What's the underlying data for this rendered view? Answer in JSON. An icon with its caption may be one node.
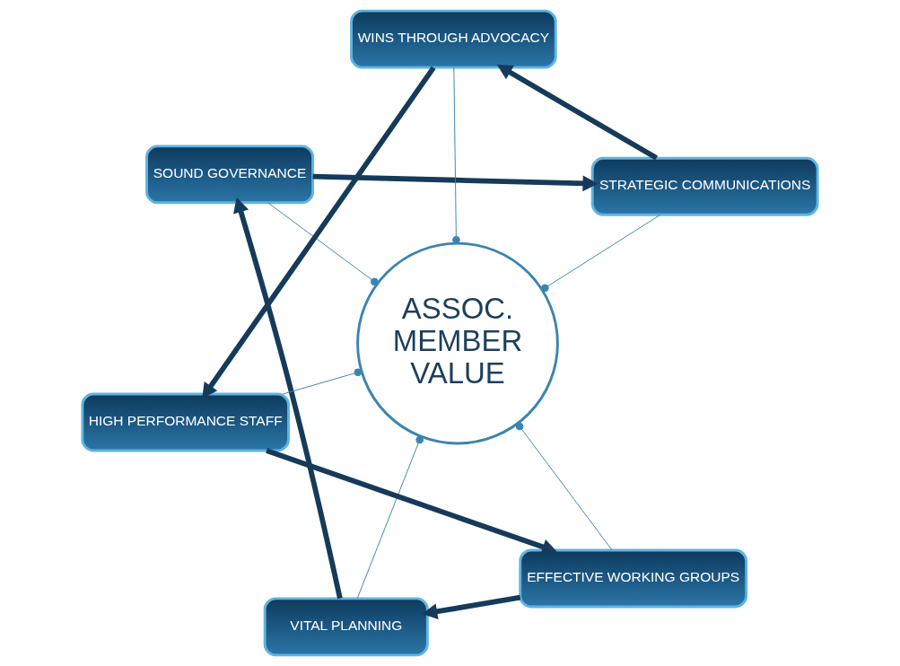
{
  "diagram": {
    "nodes": [
      {
        "text": [
          "SOUND GOVERNANCE"
        ]
      },
      {
        "text": [
          "STRATEGIC COMMUNICATIONS"
        ]
      },
      {
        "text": [
          "VITAL PLANNING"
        ]
      },
      {
        "text": [
          "ASSOC. MEMBER VALUE"
        ]
      },
      {
        "text": [
          "WINS THROUGH ADVOCACY"
        ]
      },
      {
        "text": [
          "EFFECTIVE WORKING GROUPS"
        ]
      },
      {
        "text": [
          "HIGH PERFORMANCE STAFF"
        ]
      }
    ],
    "edges": [
      {
        "from": 0,
        "to": 1,
        "arrow": "to",
        "style": "thick"
      },
      {
        "from": 1,
        "to": 4,
        "arrow": "to",
        "style": "thick"
      },
      {
        "from": 4,
        "to": 6,
        "arrow": "to",
        "style": "thick"
      },
      {
        "from": 6,
        "to": 5,
        "arrow": "to",
        "style": "thick"
      },
      {
        "from": 5,
        "to": 2,
        "arrow": "to",
        "style": "thick"
      },
      {
        "from": 2,
        "to": 0,
        "arrow": "to",
        "style": "thick"
      },
      {
        "from": 3,
        "to": 0,
        "arrow": "other",
        "color": "#3c84b0"
      },
      {
        "from": 3,
        "to": 1,
        "arrow": "other",
        "color": "#3c84b0"
      },
      {
        "from": 3,
        "to": 2,
        "arrow": "other",
        "color": "#3c84b0"
      },
      {
        "from": 3,
        "to": 4,
        "arrow": "other",
        "color": "#3c84b0"
      },
      {
        "from": 3,
        "to": 5,
        "arrow": "other",
        "color": "#3c84b0"
      },
      {
        "from": 3,
        "to": 6,
        "arrow": "other",
        "color": "#3c84b0"
      }
    ]
  }
}
